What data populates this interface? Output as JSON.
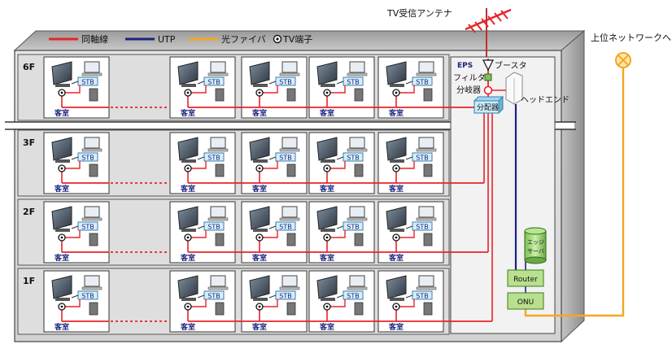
{
  "antenna": {
    "label": "TV受信アンテナ"
  },
  "upstream": {
    "label": "上位ネットワークへ"
  },
  "legend": {
    "items": [
      {
        "label": "同軸線",
        "color": "#e8232a"
      },
      {
        "label": "UTP",
        "color": "#1a237e"
      },
      {
        "label": "光ファイバ",
        "color": "#f5a623"
      },
      {
        "label": "TV端子",
        "symbol": "tv-terminal-icon"
      }
    ]
  },
  "floors": [
    "6F",
    "3F",
    "2F",
    "1F"
  ],
  "room": {
    "label": "客室",
    "stb_label": "STB"
  },
  "eps": {
    "title": "EPS",
    "booster": "ブースタ",
    "filter": "フィルタ",
    "branch": "分岐器",
    "splitter": "分配器",
    "headend": "ヘッドエンド"
  },
  "equipment": {
    "edge_server": [
      "エッジ",
      "サーバ"
    ],
    "router": "Router",
    "onu": "ONU"
  },
  "colors": {
    "coax": "#e8232a",
    "utp": "#1a237e",
    "fiber": "#f5a623",
    "building_face": "#dcdcdc",
    "building_top": "#b8b8b8",
    "building_side": "#a8a8a8"
  }
}
